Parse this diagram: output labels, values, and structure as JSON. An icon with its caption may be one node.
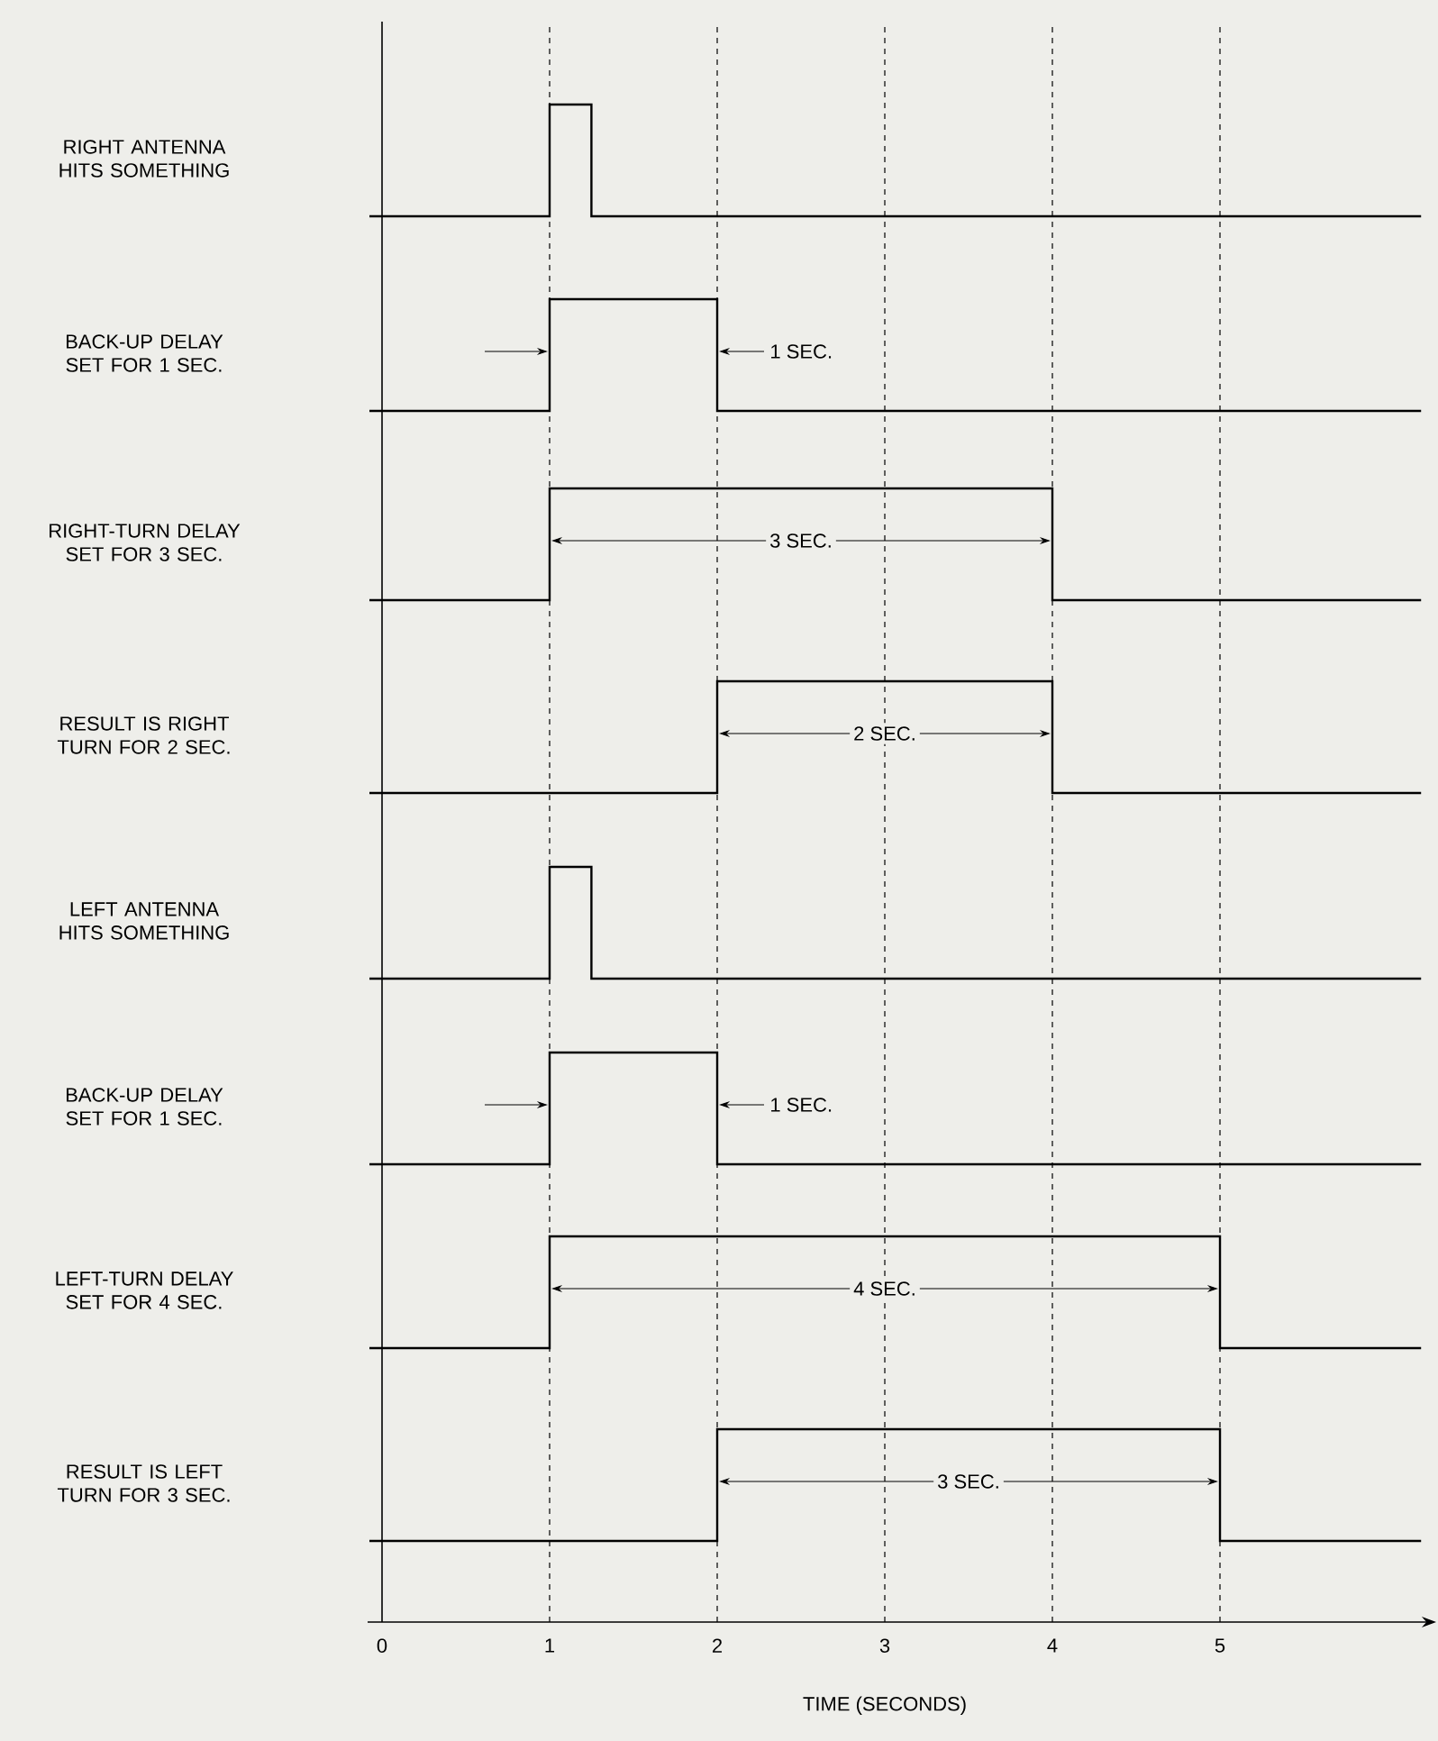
{
  "diagram": {
    "labels": [
      "RIGHT ANTENNA HITS SOMETHING",
      "BACK-UP DELAY SET FOR 1 SEC.",
      "1 SEC.",
      "RIGHT-TURN DELAY SET FOR 3 SEC.",
      "3 SEC.",
      "RESULT IS RIGHT TURN FOR 2 SEC.",
      "2 SEC.",
      "LEFT ANTENNA HITS SOMETHING",
      "BACK-UP DELAY SET FOR 1 SEC.",
      "1 SEC.",
      "LEFT-TURN DELAY SET FOR 4 SEC.",
      "4 SEC.",
      "RESULT IS LEFT TURN FOR 3 SEC.",
      "3 SEC.",
      "0",
      "1",
      "2",
      "3",
      "4",
      "5",
      "TIME (SECONDS)"
    ]
  }
}
